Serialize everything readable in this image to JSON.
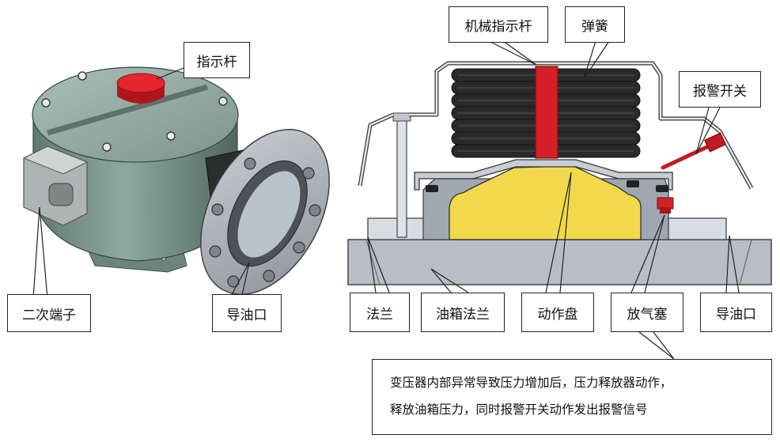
{
  "labels": {
    "indicator_rod": "指示杆",
    "secondary_terminal": "二次端子",
    "oil_outlet_left": "导油口",
    "mechanical_indicator_rod": "机械指示杆",
    "spring": "弹簧",
    "alarm_switch": "报警开关",
    "flange": "法兰",
    "tank_flange": "油箱法兰",
    "action_disc": "动作盘",
    "vent_plug": "放气塞",
    "oil_outlet_right": "导油口"
  },
  "note": {
    "line1": "变压器内部异常导致压力增加后，压力释放器动作，",
    "line2": "释放油箱压力，同时报警开关动作发出报警信号"
  },
  "colors": {
    "device_body": "#7d9a90",
    "indicator_cap": "#d51f27",
    "spring_coil": "#2a2a2a",
    "action_disc_fill": "#f1d94b",
    "flange_gray": "#b5bcc5",
    "outline": "#222222"
  }
}
